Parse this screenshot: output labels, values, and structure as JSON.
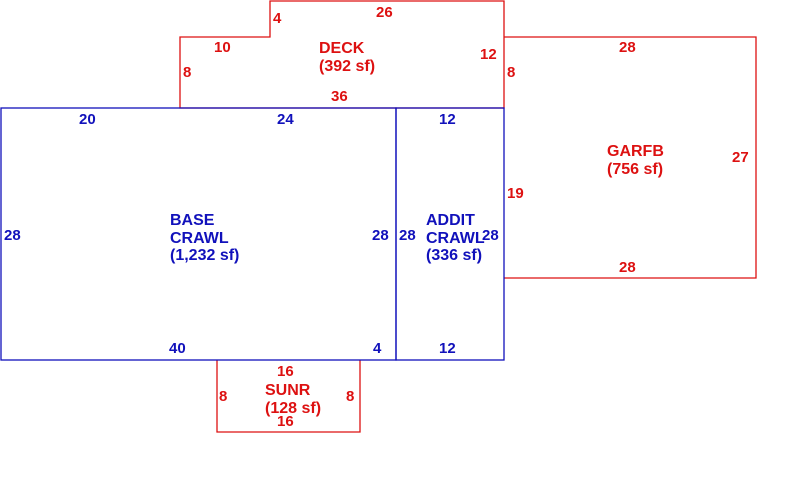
{
  "colors": {
    "red": "#dd1111",
    "blue": "#1111bb"
  },
  "areas": {
    "deck": {
      "name": "DECK",
      "area": "(392 sf)"
    },
    "garfb": {
      "name": "GARFB",
      "area": "(756 sf)"
    },
    "base": {
      "name": "BASE",
      "sub": "CRAWL",
      "area": "(1,232 sf)"
    },
    "addit": {
      "name": "ADDIT",
      "sub": "CRAWL",
      "area": "(336 sf)"
    },
    "sunr": {
      "name": "SUNR",
      "area": "(128 sf)"
    }
  },
  "dims": {
    "deck": {
      "top": "26",
      "step": "4",
      "step_top": "10",
      "left": "8",
      "right": "12",
      "bottom": "36"
    },
    "garfb": {
      "top": "28",
      "left_upper": "8",
      "left": "19",
      "right": "27",
      "bottom": "28"
    },
    "base": {
      "top_left": "20",
      "top_mid": "24",
      "left": "28",
      "right": "28",
      "bottom_left": "40",
      "bottom_right": "4"
    },
    "addit": {
      "top": "12",
      "left": "28",
      "right": "28",
      "bottom": "12"
    },
    "sunr": {
      "top": "16",
      "left": "8",
      "right": "8",
      "bottom": "16"
    }
  }
}
